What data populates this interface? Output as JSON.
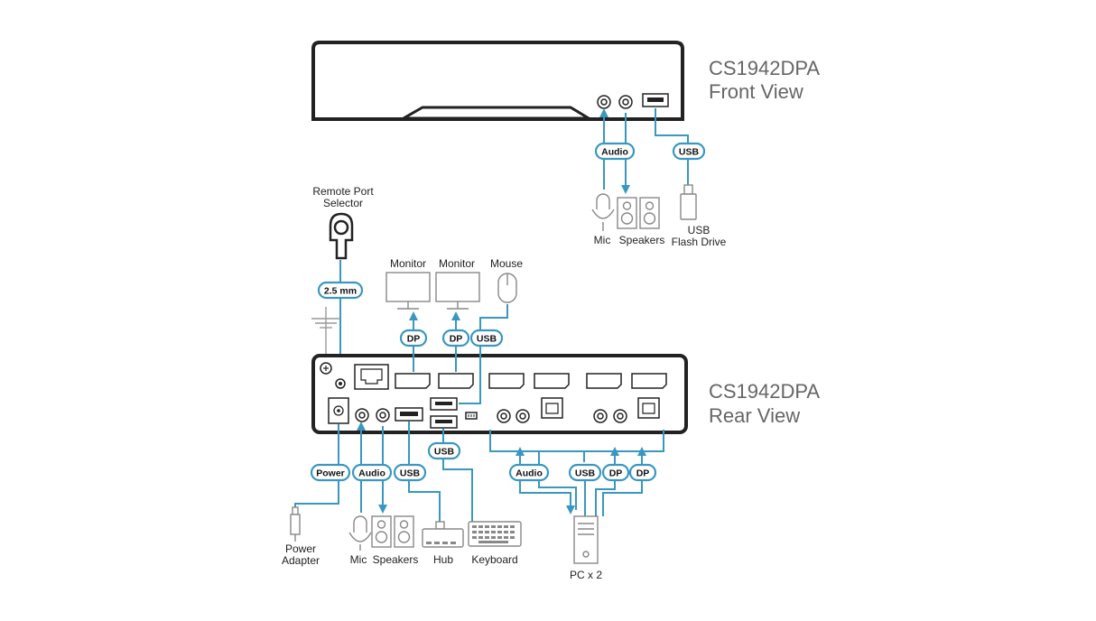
{
  "front": {
    "model": "CS1942DPA",
    "view": "Front View"
  },
  "rear": {
    "model": "CS1942DPA",
    "view": "Rear View"
  },
  "badges": {
    "audio": "Audio",
    "usb": "USB",
    "dp": "DP",
    "power": "Power",
    "mm": "2.5 mm"
  },
  "labels": {
    "remote_line1": "Remote Port",
    "remote_line2": "Selector",
    "monitor": "Monitor",
    "mouse": "Mouse",
    "mic": "Mic",
    "speakers": "Speakers",
    "usb_flash_line1": "USB",
    "usb_flash_line2": "Flash Drive",
    "power_adapter_line1": "Power",
    "power_adapter_line2": "Adapter",
    "hub": "Hub",
    "keyboard": "Keyboard",
    "pc": "PC x 2"
  },
  "colors": {
    "cable": "#3a97bf",
    "outline": "#222222",
    "device": "#888888",
    "title": "#666666"
  }
}
